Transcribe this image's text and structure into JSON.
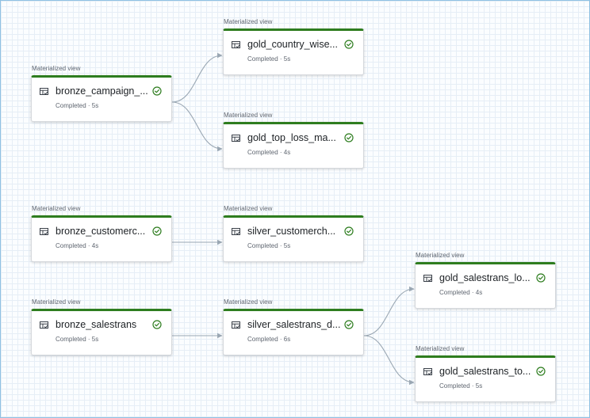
{
  "graph": {
    "accent": "#2e7d1f",
    "edge_color": "#9aa7b3",
    "status_color": "#2e7d1f",
    "nodes": [
      {
        "id": "bronze_campaign",
        "type": "Materialized view",
        "name": "bronze_campaign_...",
        "status": "Completed",
        "duration": "5s",
        "icon": "table-icon",
        "status_icon": "check-circle-icon"
      },
      {
        "id": "gold_country_wise",
        "type": "Materialized view",
        "name": "gold_country_wise...",
        "status": "Completed",
        "duration": "5s",
        "icon": "table-icon",
        "status_icon": "check-circle-icon"
      },
      {
        "id": "gold_top_loss",
        "type": "Materialized view",
        "name": "gold_top_loss_ma...",
        "status": "Completed",
        "duration": "4s",
        "icon": "table-icon",
        "status_icon": "check-circle-icon"
      },
      {
        "id": "bronze_customer",
        "type": "Materialized view",
        "name": "bronze_customerc...",
        "status": "Completed",
        "duration": "4s",
        "icon": "table-icon",
        "status_icon": "check-circle-icon"
      },
      {
        "id": "silver_customer",
        "type": "Materialized view",
        "name": "silver_customerch...",
        "status": "Completed",
        "duration": "5s",
        "icon": "table-icon",
        "status_icon": "check-circle-icon"
      },
      {
        "id": "bronze_salestrans",
        "type": "Materialized view",
        "name": "bronze_salestrans",
        "status": "Completed",
        "duration": "5s",
        "icon": "table-icon",
        "status_icon": "check-circle-icon"
      },
      {
        "id": "silver_salestrans",
        "type": "Materialized view",
        "name": "silver_salestrans_d...",
        "status": "Completed",
        "duration": "6s",
        "icon": "table-icon",
        "status_icon": "check-circle-icon"
      },
      {
        "id": "gold_salestrans_lo",
        "type": "Materialized view",
        "name": "gold_salestrans_lo...",
        "status": "Completed",
        "duration": "4s",
        "icon": "table-icon",
        "status_icon": "check-circle-icon"
      },
      {
        "id": "gold_salestrans_to",
        "type": "Materialized view",
        "name": "gold_salestrans_to...",
        "status": "Completed",
        "duration": "5s",
        "icon": "table-icon",
        "status_icon": "check-circle-icon"
      }
    ],
    "edges": [
      {
        "from": "bronze_campaign",
        "to": "gold_country_wise"
      },
      {
        "from": "bronze_campaign",
        "to": "gold_top_loss"
      },
      {
        "from": "bronze_customer",
        "to": "silver_customer"
      },
      {
        "from": "bronze_salestrans",
        "to": "silver_salestrans"
      },
      {
        "from": "silver_salestrans",
        "to": "gold_salestrans_lo"
      },
      {
        "from": "silver_salestrans",
        "to": "gold_salestrans_to"
      }
    ]
  }
}
